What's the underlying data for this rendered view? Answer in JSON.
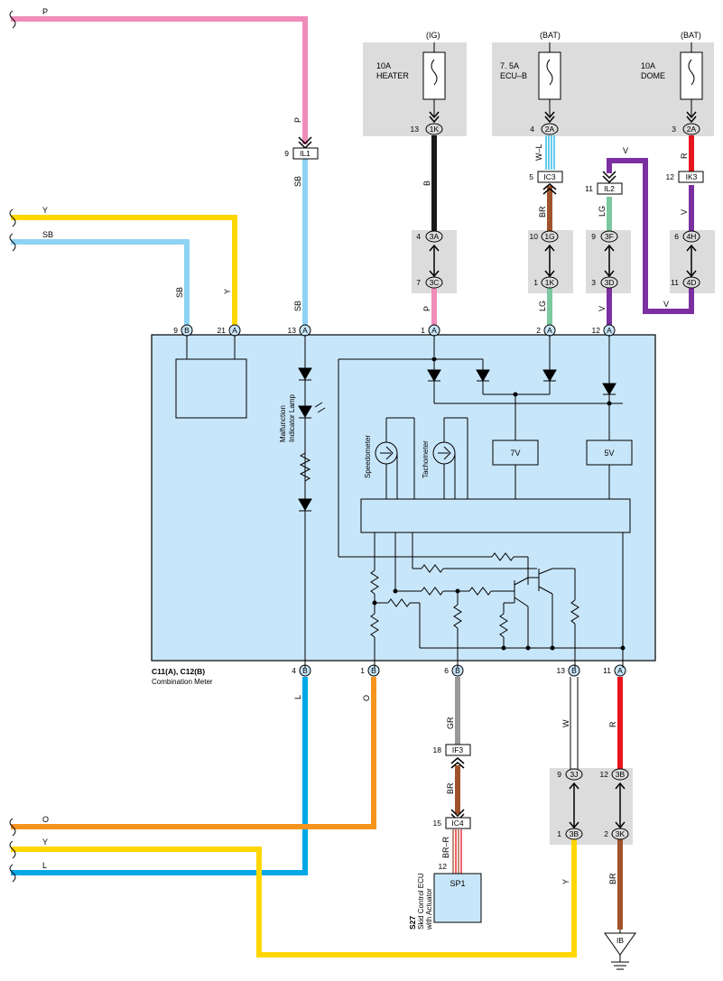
{
  "colors": {
    "pink": "#f08cba",
    "sky": "#8ed3f4",
    "yellow": "#ffd700",
    "black": "#1a1a1a",
    "brown": "#a0522d",
    "green": "#7cc8a0",
    "violet": "#7b2fa0",
    "red": "#e8141e",
    "blue": "#00a8e6",
    "orange": "#f7941d",
    "gray": "#999999",
    "meter_fill": "#c8e6fa",
    "block_fill": "#dcdcdc"
  },
  "power": {
    "ig": "(IG)",
    "bat1": "(BAT)",
    "bat2": "(BAT)",
    "fuse_heater_amp": "10A",
    "fuse_heater_name": "HEATER",
    "fuse_ecub_amp": "7. 5A",
    "fuse_ecub_name": "ECU–B",
    "fuse_dome_amp": "10A",
    "fuse_dome_name": "DOME"
  },
  "edge": {
    "p": "P",
    "y": "Y",
    "sb": "SB",
    "o": "O",
    "y2": "Y",
    "l": "L"
  },
  "connectors": {
    "il1": "IL1",
    "il1_pin": "9",
    "ic3": "IC3",
    "ic3_pin": "5",
    "il2": "IL2",
    "il2_pin": "11",
    "ik3": "IK3",
    "ik3_pin": "12",
    "if3": "IF3",
    "if3_pin": "18",
    "ic4": "IC4",
    "ic4_pin": "15",
    "sp1": "SP1",
    "sp1_pin": "12"
  },
  "junctions": {
    "1k_top": "1K",
    "1k_top_pin": "13",
    "2a_ecub": "2A",
    "2a_ecub_pin": "4",
    "2a_dome": "2A",
    "2a_dome_pin": "3",
    "3a": "3A",
    "3a_pin": "4",
    "3c": "3C",
    "3c_pin": "7",
    "1g": "1G",
    "1g_pin": "10",
    "1k_mid": "1K",
    "1k_mid_pin": "1",
    "3f": "3F",
    "3f_pin": "9",
    "3d": "3D",
    "3d_pin": "3",
    "4h": "4H",
    "4h_pin": "6",
    "4d": "4D",
    "4d_pin": "11",
    "3j": "3J",
    "3j_pin": "9",
    "3b_top": "3B",
    "3b_top_pin": "12",
    "3b_bot": "3B",
    "3b_bot_pin": "1",
    "3k": "3K",
    "3k_pin": "2"
  },
  "wires": {
    "p_top": "P",
    "sb_main": "SB",
    "sb_low": "SB",
    "sb_left": "SB",
    "y_left": "Y",
    "b_heater": "B",
    "p_heater": "P",
    "wl": "W–L",
    "br_ecub": "BR",
    "lg_top": "LG",
    "lg_bot": "LG",
    "v_top": "V",
    "v_bot": "V",
    "v_loop": "V",
    "v_loop_bot": "V",
    "r_dome": "R",
    "v_dome": "V",
    "l_out": "L",
    "o_out": "O",
    "gr": "GR",
    "br_mid": "BR",
    "br_r": "BR–R",
    "w_out": "W",
    "r_out": "R",
    "y_out": "Y",
    "br_out": "BR"
  },
  "meter": {
    "pins_top": [
      {
        "num": "9",
        "letter": "B"
      },
      {
        "num": "21",
        "letter": "A"
      },
      {
        "num": "13",
        "letter": "A"
      },
      {
        "num": "1",
        "letter": "A"
      },
      {
        "num": "2",
        "letter": "A"
      },
      {
        "num": "12",
        "letter": "A"
      }
    ],
    "pins_bottom": [
      {
        "num": "4",
        "letter": "B"
      },
      {
        "num": "1",
        "letter": "B"
      },
      {
        "num": "6",
        "letter": "B"
      },
      {
        "num": "13",
        "letter": "B"
      },
      {
        "num": "11",
        "letter": "A"
      }
    ],
    "name_code": "C11(A), C12(B)",
    "name": "Combination Meter",
    "lamp_line1": "Malfunction",
    "lamp_line2": "Indicator Lamp",
    "speedometer": "Speedometer",
    "tachometer": "Tachometer",
    "reg7": "7V",
    "reg5": "5V"
  },
  "ecu": {
    "code": "S27",
    "line1": "Skid Control ECU",
    "line2": "with Actuator"
  },
  "ground": "IB"
}
